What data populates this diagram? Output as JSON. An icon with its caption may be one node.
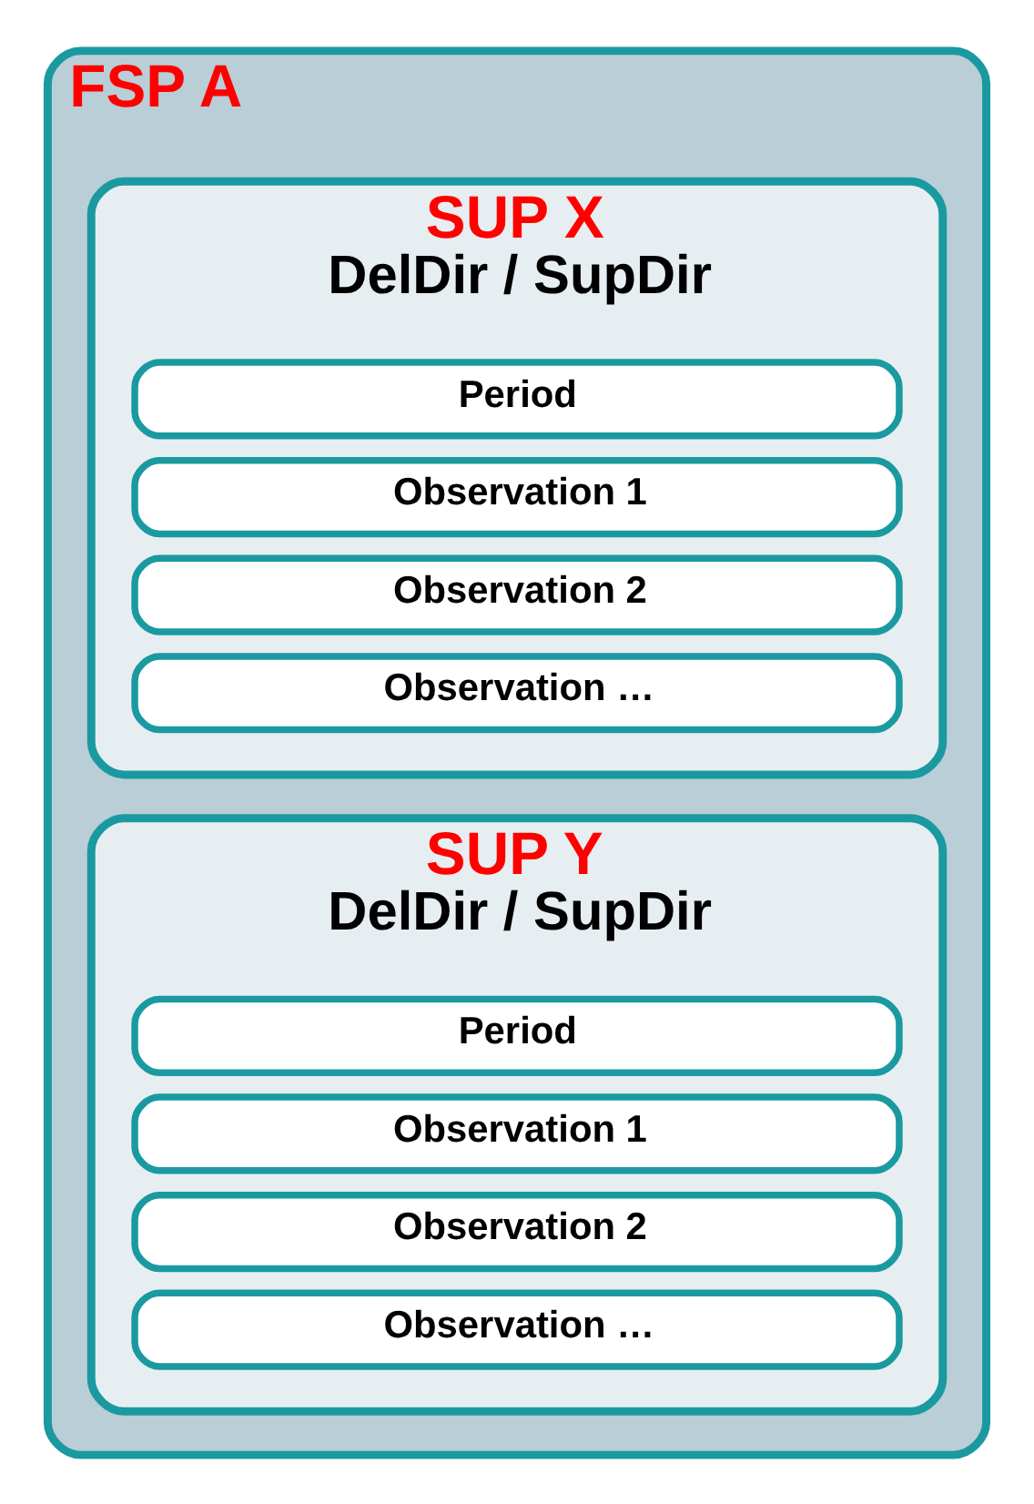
{
  "diagram": {
    "nodes": [
      {
        "text": [
          "FSP A"
        ]
      },
      {
        "text": [
          "SUP X",
          "DelDir / SupDir"
        ],
        "in": 0
      },
      {
        "text": [
          "Period"
        ],
        "in": 1
      },
      {
        "text": [
          "Observation 1"
        ],
        "in": 1
      },
      {
        "text": [
          "Observation 2"
        ],
        "in": 1
      },
      {
        "text": [
          "Observation …"
        ],
        "in": 1
      },
      {
        "text": [
          "SUP Y",
          "DelDir / SupDir"
        ],
        "in": 0
      },
      {
        "text": [
          "Period"
        ],
        "in": 6
      },
      {
        "text": [
          "Observation 1"
        ],
        "in": 6
      },
      {
        "text": [
          "Observation 2"
        ],
        "in": 6
      },
      {
        "text": [
          "Observation …"
        ],
        "in": 6
      }
    ],
    "edges": []
  }
}
